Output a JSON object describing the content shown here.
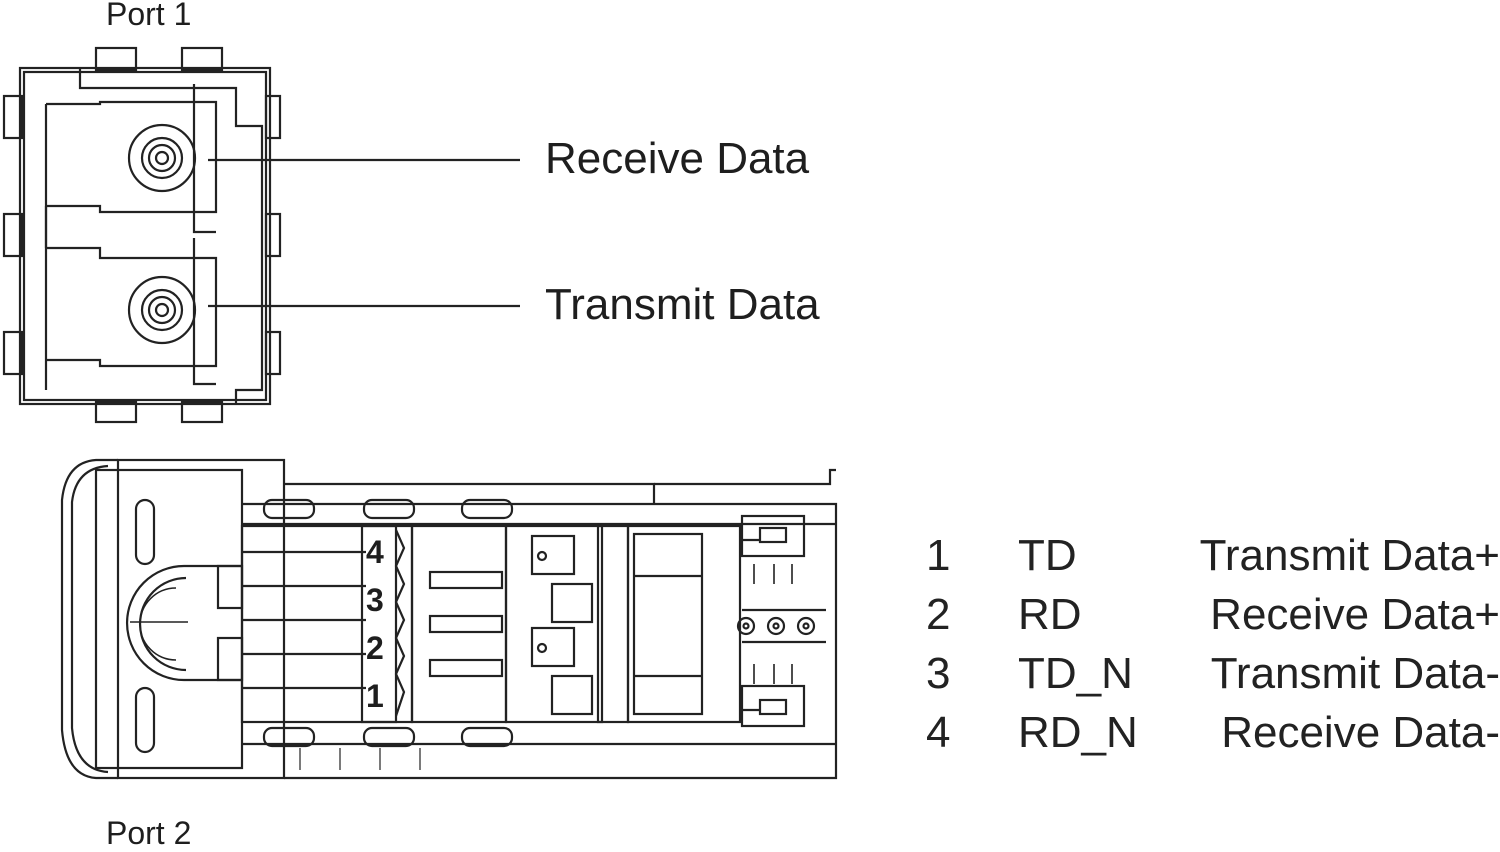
{
  "port1": {
    "label": "Port 1"
  },
  "port2": {
    "label": "Port 2"
  },
  "callouts": {
    "receive": "Receive Data",
    "transmit": "Transmit Data"
  },
  "connector_pins": [
    "4",
    "3",
    "2",
    "1"
  ],
  "pin_table": [
    {
      "pin": "1",
      "signal": "TD",
      "description": "Transmit Data+"
    },
    {
      "pin": "2",
      "signal": "RD",
      "description": "Receive Data+"
    },
    {
      "pin": "3",
      "signal": "TD_N",
      "description": "Transmit Data-"
    },
    {
      "pin": "4",
      "signal": "RD_N",
      "description": "Receive Data-"
    }
  ],
  "colors": {
    "line": "#222222",
    "background": "#ffffff"
  }
}
